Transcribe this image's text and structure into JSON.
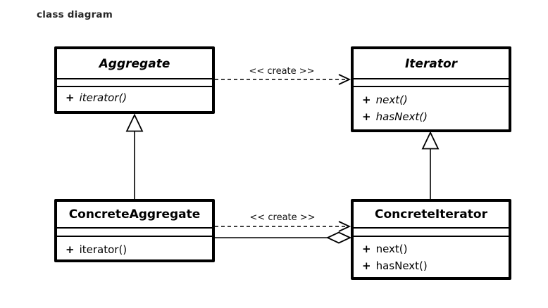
{
  "page": {
    "title": "class diagram"
  },
  "colors": {
    "line": "#000000",
    "text": "#000000",
    "background": "#ffffff"
  },
  "diagram": {
    "type": "uml-class-diagram",
    "pattern": "Iterator",
    "classes": {
      "aggregate": {
        "name": "Aggregate",
        "abstract": true,
        "attributes": [],
        "methods": [
          {
            "visibility": "+",
            "signature": "iterator()"
          }
        ]
      },
      "iterator": {
        "name": "Iterator",
        "abstract": true,
        "attributes": [],
        "methods": [
          {
            "visibility": "+",
            "signature": "next()"
          },
          {
            "visibility": "+",
            "signature": "hasNext()"
          }
        ]
      },
      "concreteAggregate": {
        "name": "ConcreteAggregate",
        "abstract": false,
        "attributes": [],
        "methods": [
          {
            "visibility": "+",
            "signature": "iterator()"
          }
        ]
      },
      "concreteIterator": {
        "name": "ConcreteIterator",
        "abstract": false,
        "attributes": [],
        "methods": [
          {
            "visibility": "+",
            "signature": "next()"
          },
          {
            "visibility": "+",
            "signature": "hasNext()"
          }
        ]
      }
    },
    "relationships": [
      {
        "from": "Aggregate",
        "to": "Iterator",
        "type": "dependency-dashed-open-arrow",
        "label": "<< create >>"
      },
      {
        "from": "ConcreteAggregate",
        "to": "Aggregate",
        "type": "generalization-hollow-triangle",
        "label": ""
      },
      {
        "from": "ConcreteIterator",
        "to": "Iterator",
        "type": "generalization-hollow-triangle",
        "label": ""
      },
      {
        "from": "ConcreteAggregate",
        "to": "ConcreteIterator",
        "type": "dependency-dashed-open-arrow",
        "label": "<< create >>"
      },
      {
        "from": "ConcreteIterator",
        "to": "ConcreteAggregate",
        "type": "aggregation-hollow-diamond",
        "label": ""
      }
    ]
  }
}
